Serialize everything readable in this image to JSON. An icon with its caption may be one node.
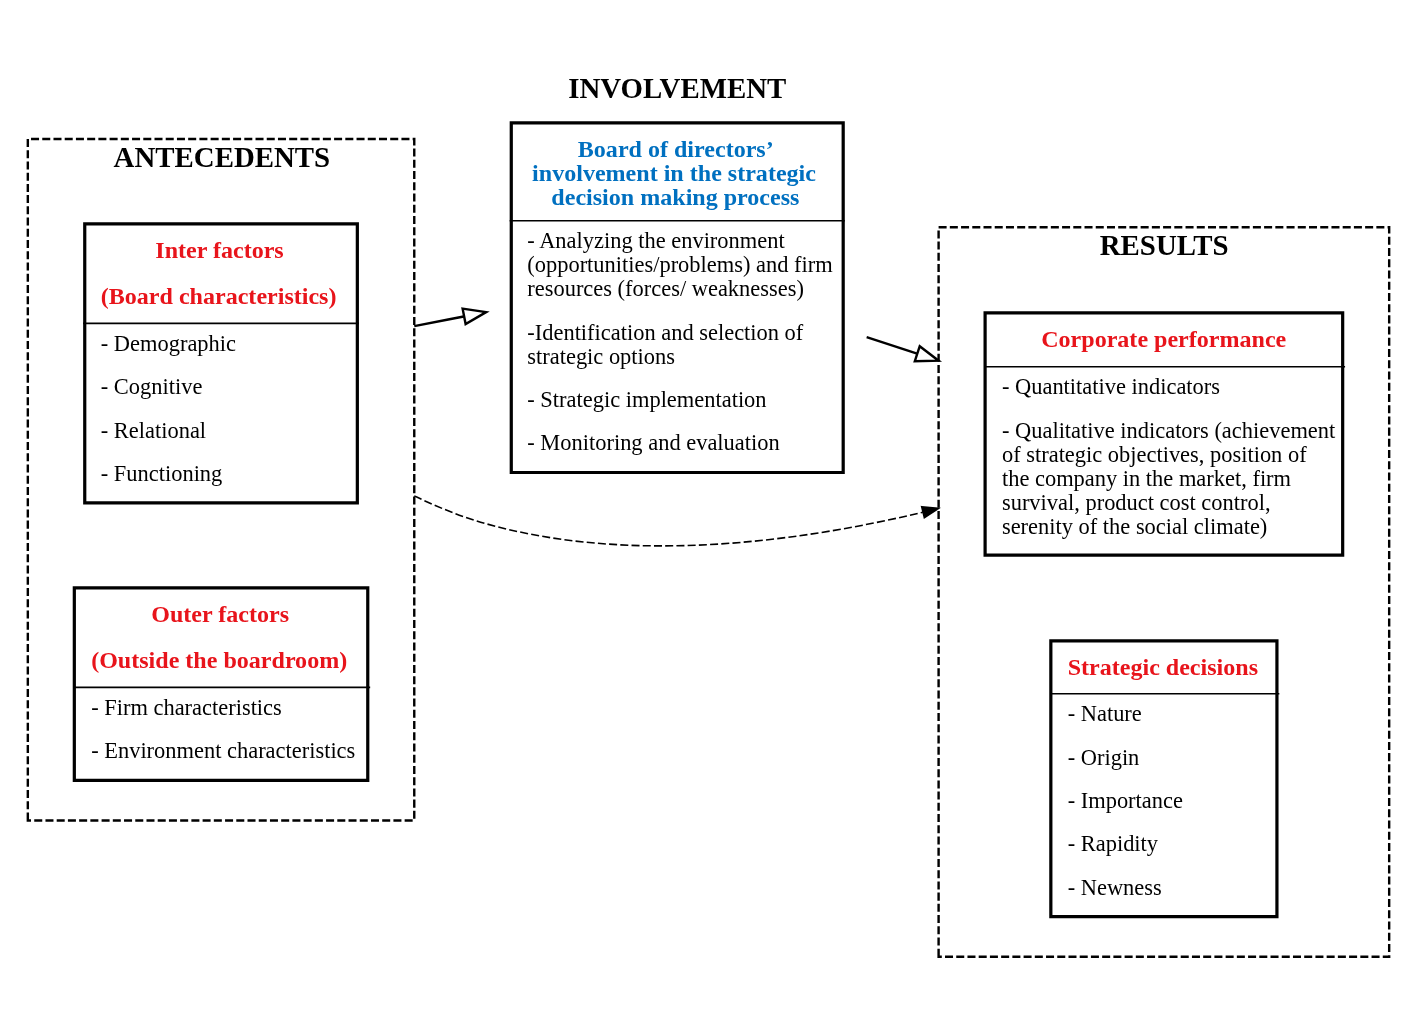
{
  "diagram": {
    "nodes": [
      {
        "text": [
          "ANTECEDENTS"
        ]
      },
      {
        "text": [
          "Inter factors",
          "(Board characteristics)",
          "- Demographic",
          "- Cognitive",
          "- Relational",
          "- Functioning"
        ],
        "in": 0
      },
      {
        "text": [
          "Outer factors",
          "(Outside the boardroom)",
          "- Firm characteristics",
          "- Environment characteristics"
        ],
        "in": 0
      },
      {
        "text": [
          "INVOLVEMENT",
          "Board of directors’ involvement in the strategic decision making process",
          "- Analyzing the environment (opportunities/problems) and firm resources (forces/ weaknesses)",
          "-Identification and selection of strategic options",
          "- Strategic implementation",
          "- Monitoring and evaluation"
        ]
      },
      {
        "text": [
          "RESULTS"
        ]
      },
      {
        "text": [
          "Corporate performance",
          "- Quantitative indicators",
          "- Qualitative indicators (achievement of strategic objectives, position of the company in the market, firm survival, product cost control, serenity of the social climate)"
        ],
        "in": 4
      },
      {
        "text": [
          "Strategic decisions",
          "- Nature",
          "- Origin",
          "- Importance",
          "- Rapidity",
          "- Newness"
        ],
        "in": 4
      }
    ],
    "edges": [
      {
        "from": 0,
        "to": 4,
        "arrow": "to",
        "style": "dashed"
      },
      {
        "from": 0,
        "to": 3,
        "arrow": "to"
      },
      {
        "from": 3,
        "to": 4,
        "arrow": "to"
      }
    ]
  }
}
